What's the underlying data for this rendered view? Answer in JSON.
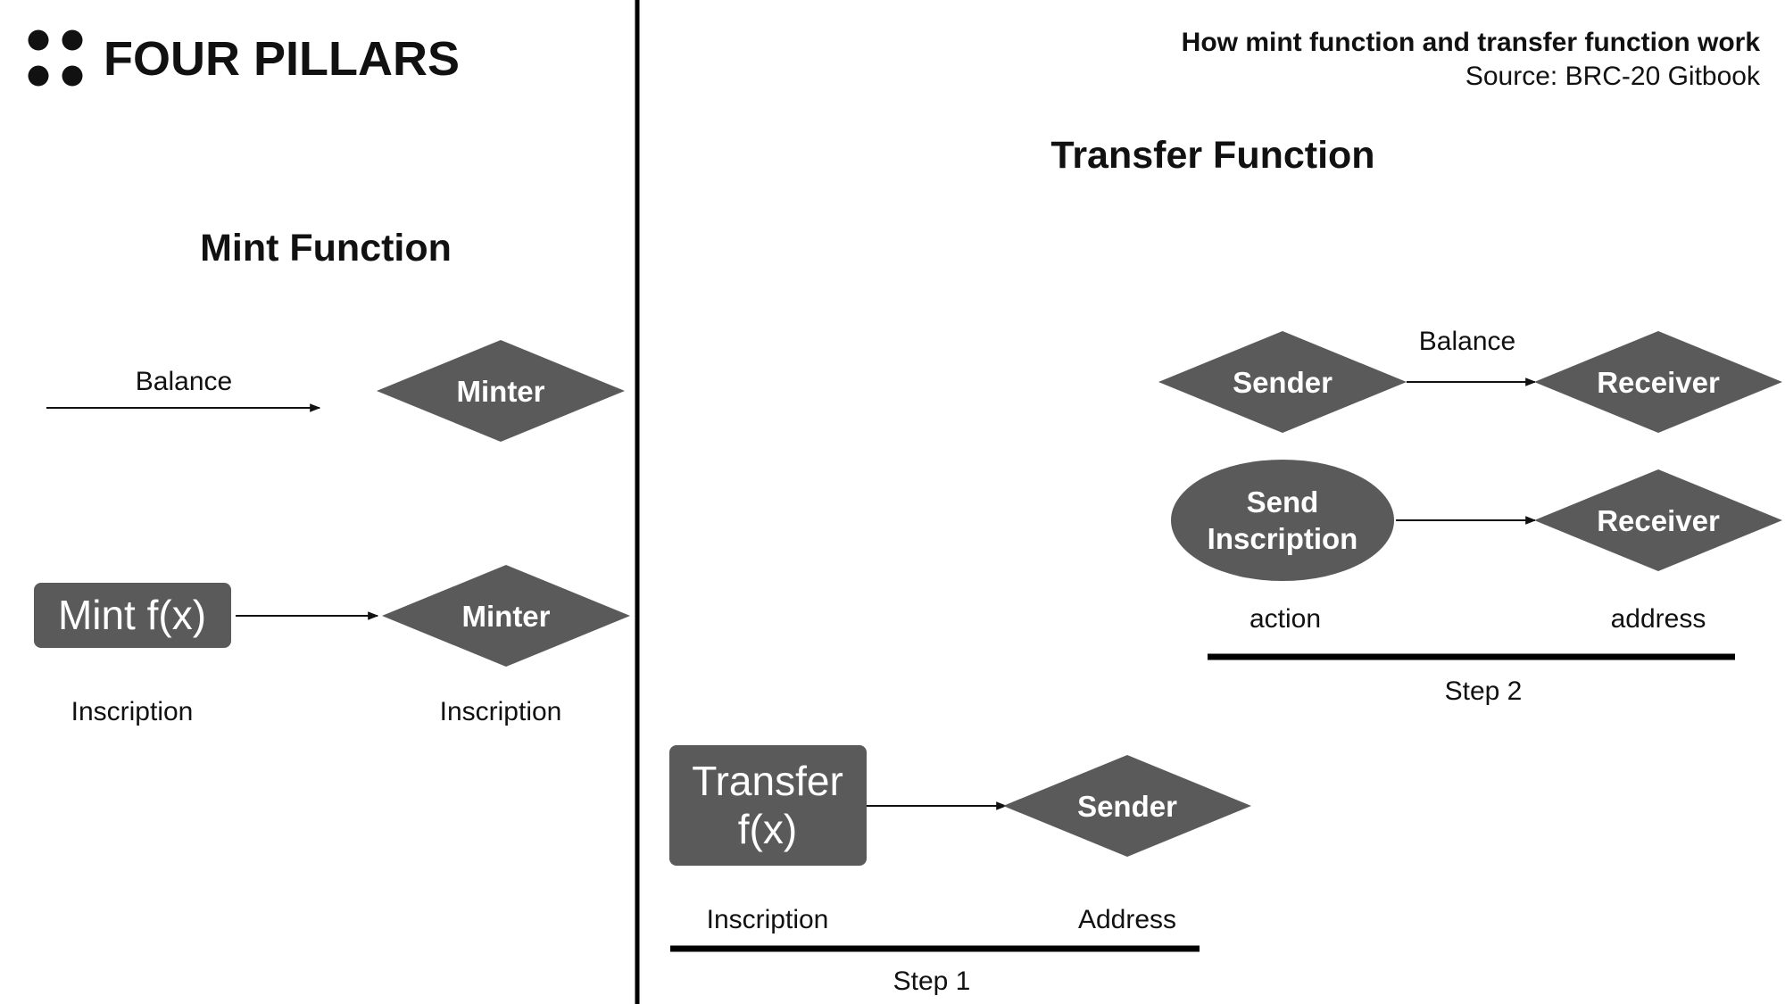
{
  "brand": {
    "name": "FOUR PILLARS",
    "logo_icon": "four-dots-icon"
  },
  "header": {
    "title": "How mint function and transfer function work",
    "source": "Source: BRC-20 Gitbook"
  },
  "mint": {
    "title": "Mint Function",
    "balance_label": "Balance",
    "balance_target": "Minter",
    "inscription_box": "Mint f(x)",
    "inscription_target": "Minter",
    "left_caption": "Inscription",
    "right_caption": "Inscription"
  },
  "transfer": {
    "title": "Transfer Function",
    "step1": {
      "box_line1": "Transfer",
      "box_line2": "f(x)",
      "target": "Sender",
      "left_caption": "Inscription",
      "right_caption": "Address",
      "label": "Step 1"
    },
    "step2": {
      "balance_label": "Balance",
      "balance_source": "Sender",
      "balance_target": "Receiver",
      "send_line1": "Send",
      "send_line2": "Inscription",
      "send_target": "Receiver",
      "left_caption": "action",
      "right_caption": "address",
      "label": "Step 2"
    }
  }
}
